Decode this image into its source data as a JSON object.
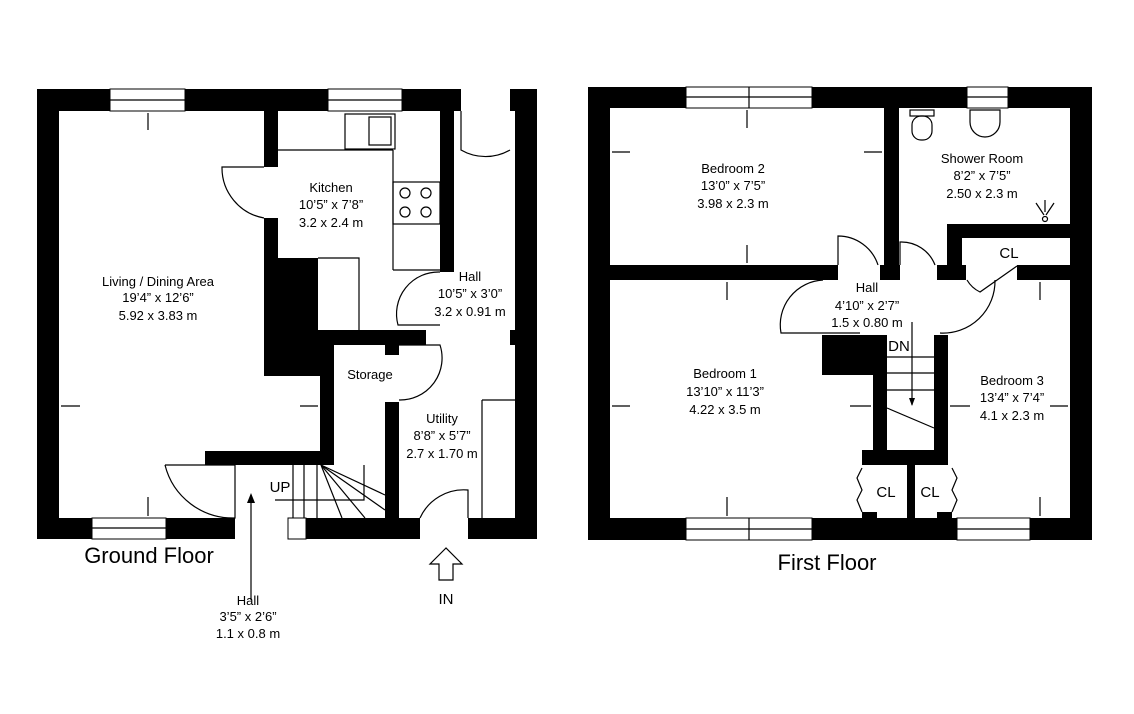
{
  "ground_floor": {
    "title": "Ground Floor",
    "entrance_label": "IN",
    "stairs_label": "UP",
    "rooms": [
      {
        "name": "Living / Dining Area",
        "imperial": "19’4” x 12’6”",
        "metric": "5.92 x 3.83 m"
      },
      {
        "name": "Kitchen",
        "imperial": "10’5” x 7’8”",
        "metric": "3.2 x 2.4 m"
      },
      {
        "name": "Hall",
        "imperial": "10’5” x 3’0”",
        "metric": "3.2 x 0.91 m"
      },
      {
        "name": "Storage"
      },
      {
        "name": "Utility",
        "imperial": "8’8” x 5’7”",
        "metric": "2.7 x 1.70 m"
      },
      {
        "name": "Hall",
        "imperial": "3’5” x 2’6”",
        "metric": "1.1 x 0.8 m"
      }
    ]
  },
  "first_floor": {
    "title": "First Floor",
    "stairs_label": "DN",
    "closet_label": "CL",
    "rooms": [
      {
        "name": "Bedroom 2",
        "imperial": "13’0” x 7’5”",
        "metric": "3.98 x 2.3 m"
      },
      {
        "name": "Shower Room",
        "imperial": "8’2” x 7’5”",
        "metric": "2.50 x 2.3 m"
      },
      {
        "name": "Hall",
        "imperial": "4’10” x 2’7”",
        "metric": "1.5 x 0.80 m"
      },
      {
        "name": "Bedroom 1",
        "imperial": "13’10” x 11’3”",
        "metric": "4.22 x 3.5 m"
      },
      {
        "name": "Bedroom 3",
        "imperial": "13’4” x 7’4”",
        "metric": "4.1 x 2.3 m"
      }
    ]
  }
}
